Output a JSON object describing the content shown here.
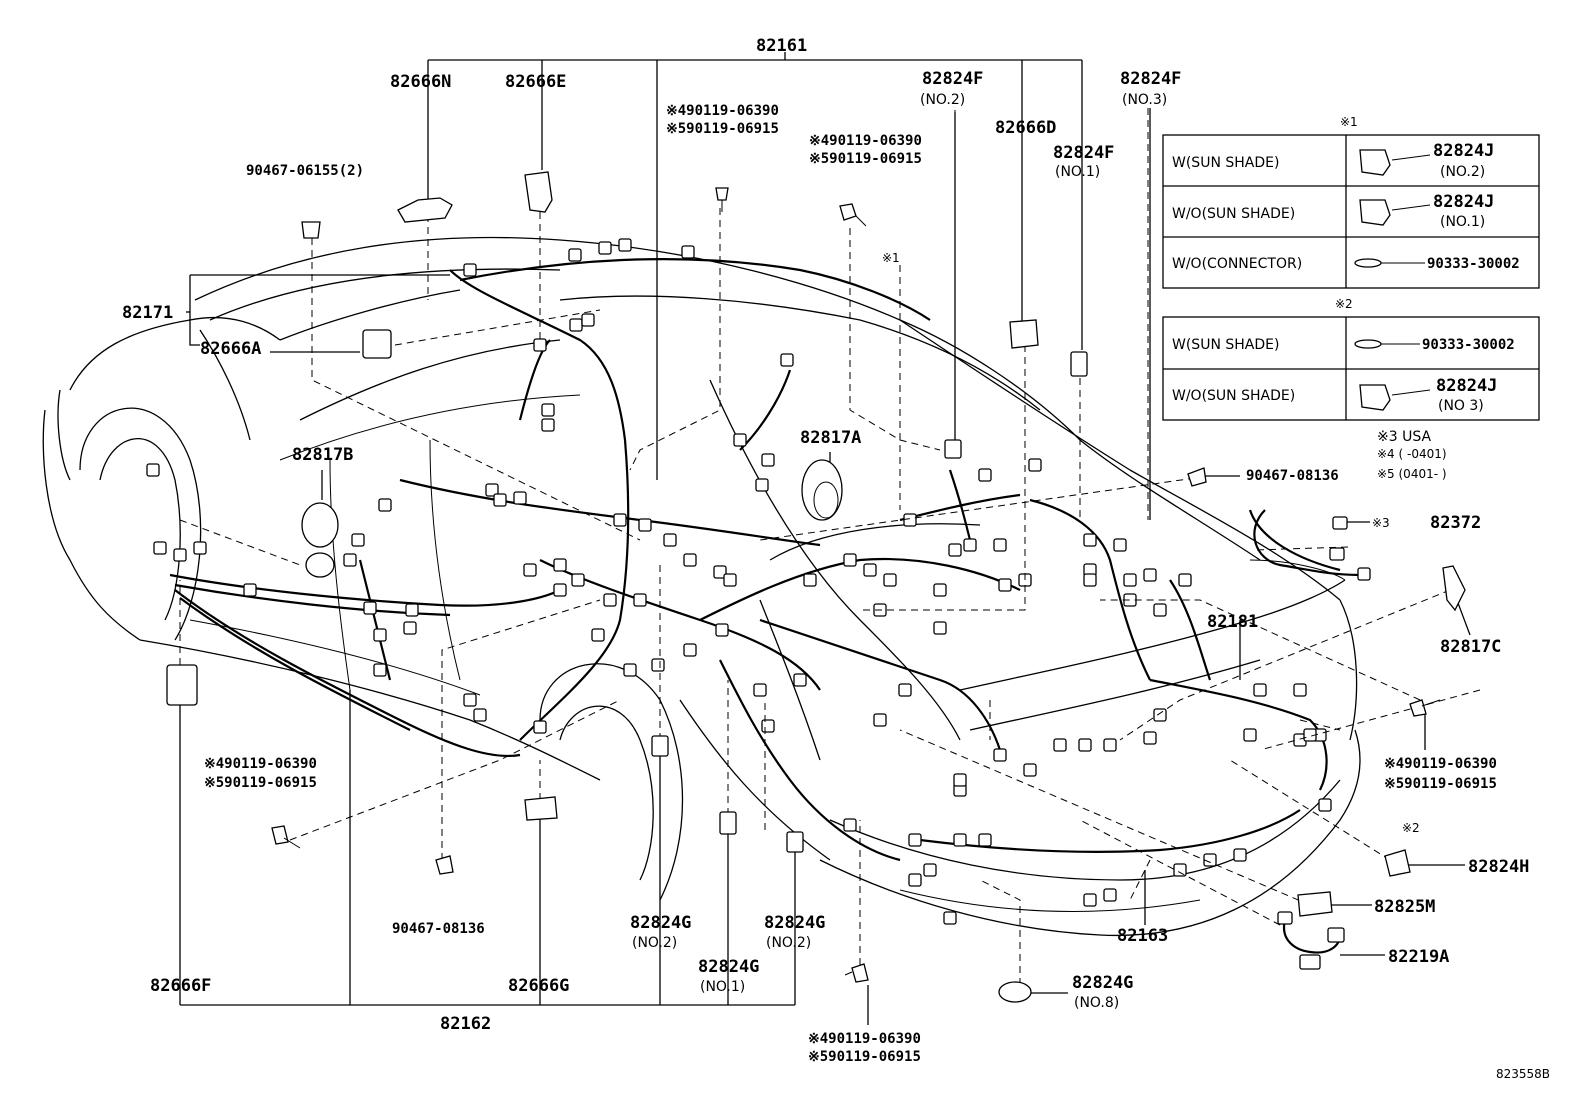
{
  "labels": {
    "top_assembly": "82161",
    "p82666N": "82666N",
    "p82666E": "82666E",
    "clip_top": "90467-06155(2)",
    "bolt_a1": "※490119-06390",
    "bolt_a2": "※590119-06915",
    "bolt_b1": "※490119-06390",
    "bolt_b2": "※590119-06915",
    "p82824F_2": "82824F",
    "p82824F_2_sub": "(NO.2)",
    "p82666D": "82666D",
    "p82824F_1": "82824F",
    "p82824F_1_sub": "(NO.1)",
    "p82824F_3": "82824F",
    "p82824F_3_sub": "(NO.3)",
    "star1": "※1",
    "p82171": "82171",
    "p82666A": "82666A",
    "p82817B": "82817B",
    "p82817A": "82817A",
    "clip_right": "90467-08136",
    "p82372_pre": "※3",
    "p82372": "82372",
    "p82817C": "82817C",
    "p82181": "82181",
    "bolt_c1": "※490119-06390",
    "bolt_c2": "※590119-06915",
    "bolt_d1": "※490119-06390",
    "bolt_d2": "※590119-06915",
    "star2": "※2",
    "p82824H": "82824H",
    "p82825M": "82825M",
    "p82219A": "82219A",
    "p82163": "82163",
    "clip_bottom": "90467-08136",
    "p82824G_a": "82824G",
    "p82824G_a_sub": "(NO.2)",
    "p82824G_b": "82824G",
    "p82824G_b_sub": "(NO.2)",
    "p82824G_c": "82824G",
    "p82824G_c_sub": "(NO.1)",
    "p82824G_d": "82824G",
    "p82824G_d_sub": "(NO.8)",
    "bolt_e1": "※490119-06390",
    "bolt_e2": "※590119-06915",
    "p82666F": "82666F",
    "p82666G": "82666G",
    "p82162": "82162",
    "figure_id": "823558B"
  },
  "table1": {
    "title": "※1",
    "rows": [
      {
        "condition": "W(SUN SHADE)",
        "part": "82824J",
        "sub": "(NO.2)"
      },
      {
        "condition": "W/O(SUN SHADE)",
        "part": "82824J",
        "sub": "(NO.1)"
      },
      {
        "condition": "W/O(CONNECTOR)",
        "part": "90333-30002",
        "sub": ""
      }
    ]
  },
  "table2": {
    "title": "※2",
    "rows": [
      {
        "condition": "W(SUN SHADE)",
        "part": "90333-30002",
        "sub": ""
      },
      {
        "condition": "W/O(SUN SHADE)",
        "part": "82824J",
        "sub": "(NO 3)"
      }
    ]
  },
  "footnotes": {
    "n3": "※3 USA",
    "n4": "※4 (        -0401)",
    "n5": "※5 (0401-        )"
  }
}
